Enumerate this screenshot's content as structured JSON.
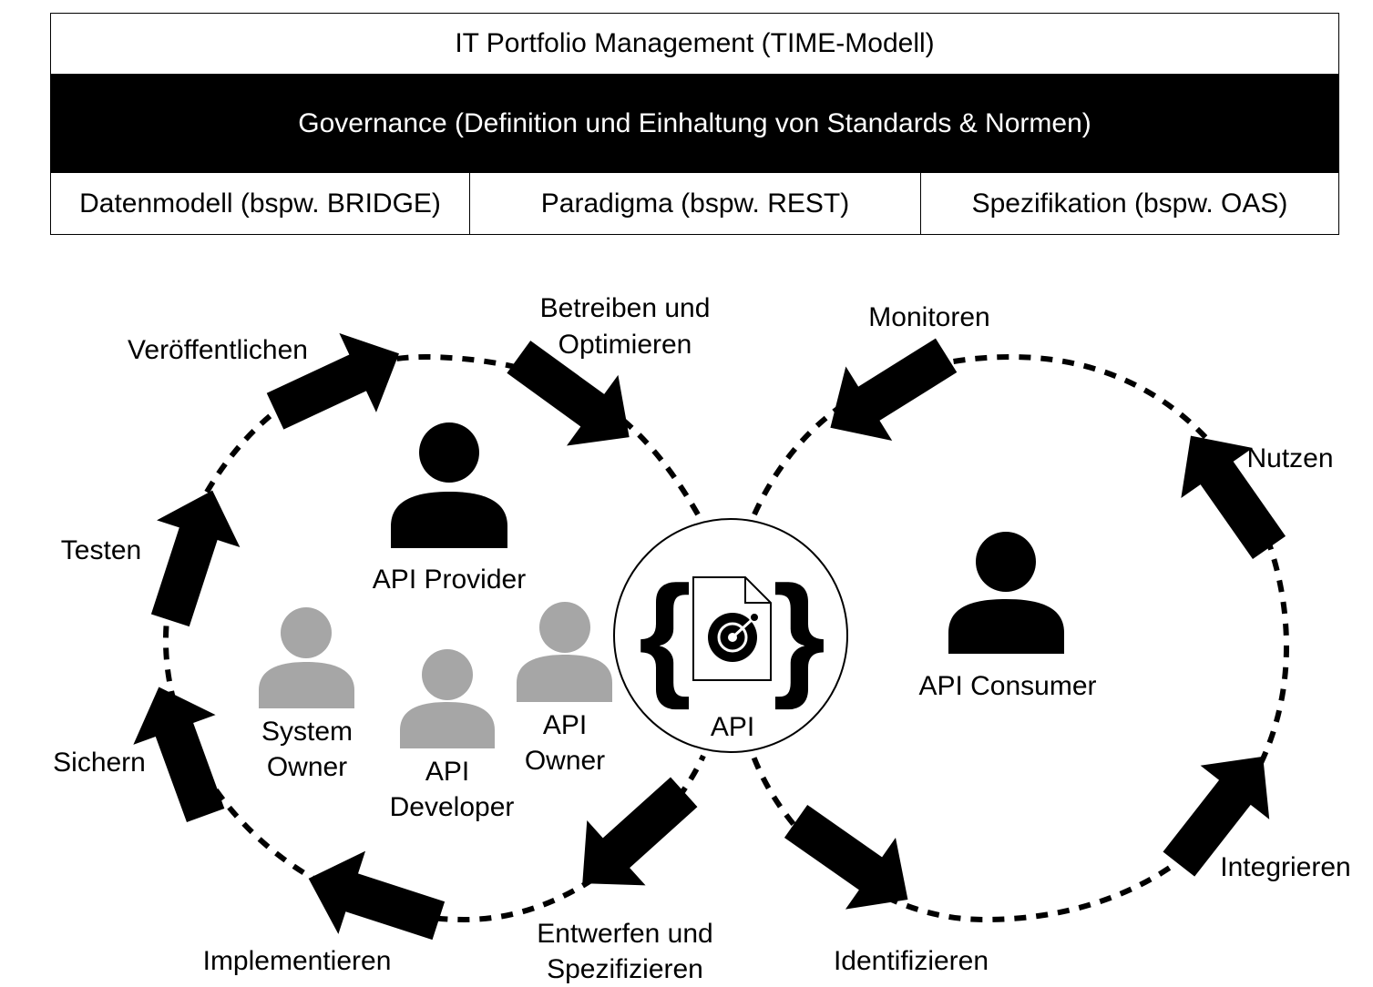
{
  "header": {
    "title": "IT Portfolio Management (TIME-Modell)",
    "governance": "Governance (Definition und Einhaltung von Standards & Normen)",
    "columns": [
      "Datenmodell (bspw. BRIDGE)",
      "Paradigma (bspw. REST)",
      "Spezifikation (bspw. OAS)"
    ]
  },
  "provider_cycle": {
    "steps": {
      "betreiben_1": "Betreiben und",
      "betreiben_2": "Optimieren",
      "veroeffentlichen": "Veröffentlichen",
      "testen": "Testen",
      "sichern": "Sichern",
      "implementieren": "Implementieren",
      "entwerfen_1": "Entwerfen und",
      "entwerfen_2": "Spezifizieren"
    }
  },
  "consumer_cycle": {
    "steps": {
      "monitoren": "Monitoren",
      "nutzen": "Nutzen",
      "integrieren": "Integrieren",
      "identifizieren": "Identifizieren"
    }
  },
  "roles": {
    "provider": "API Provider",
    "consumer": "API Consumer",
    "system_owner_1": "System",
    "system_owner_2": "Owner",
    "developer_1": "API",
    "developer_2": "Developer",
    "api_owner_1": "API",
    "api_owner_2": "Owner"
  },
  "center": {
    "label": "API",
    "icon": "api-document-icon"
  },
  "colors": {
    "primary": "#000000",
    "secondary_person": "#a6a6a6",
    "background": "#ffffff"
  }
}
